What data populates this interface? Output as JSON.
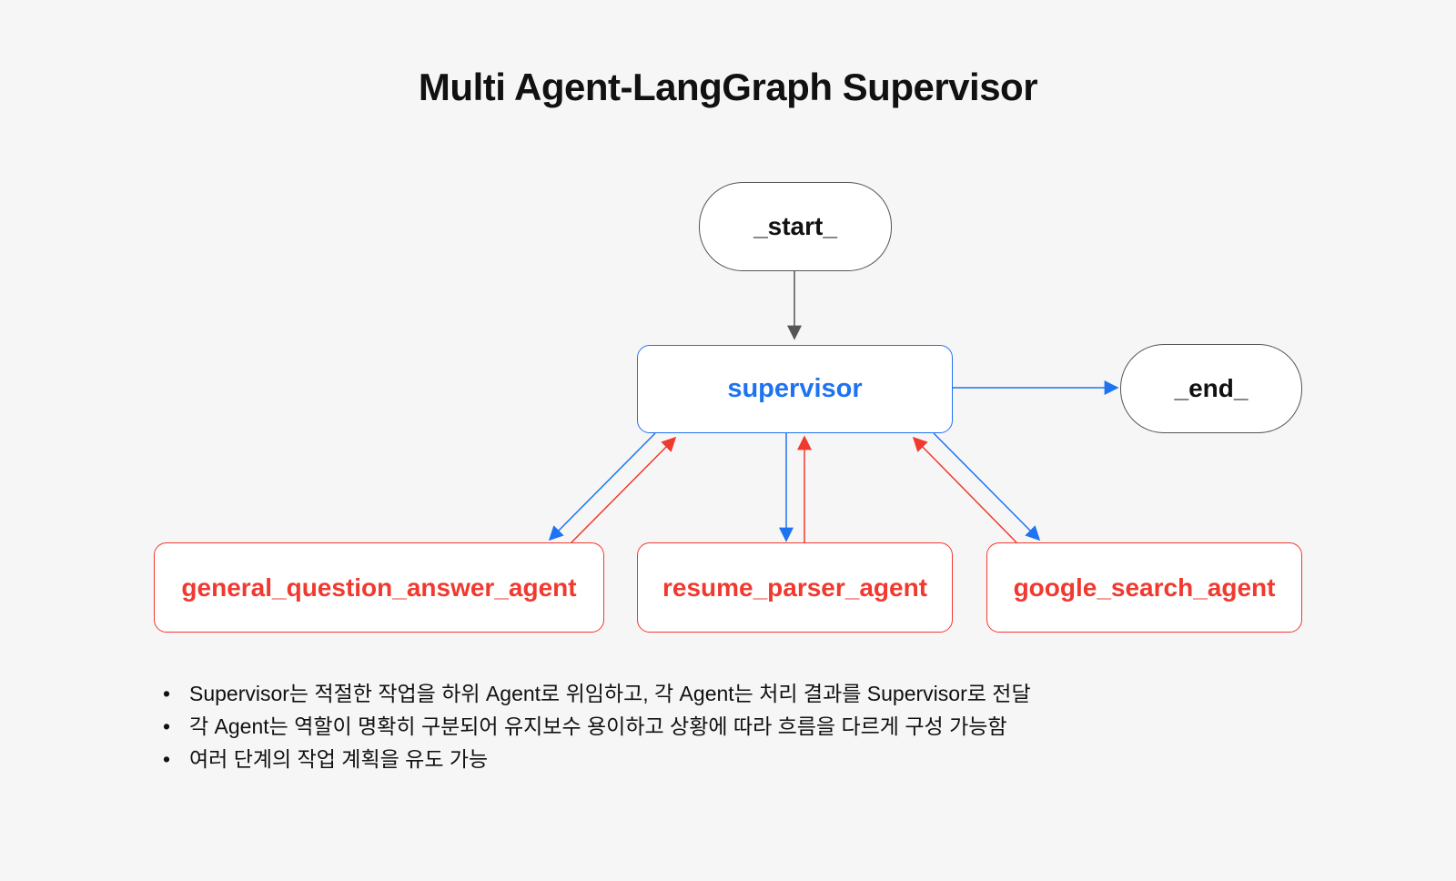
{
  "title": "Multi Agent-LangGraph Supervisor",
  "nodes": {
    "start": "_start_",
    "supervisor": "supervisor",
    "end": "_end_",
    "agent_general": "general_question_answer_agent",
    "agent_resume": "resume_parser_agent",
    "agent_google": "google_search_agent"
  },
  "notes": [
    "Supervisor는 적절한 작업을 하위 Agent로 위임하고, 각 Agent는 처리 결과를 Supervisor로 전달",
    "각 Agent는 역할이 명확히 구분되어 유지보수 용이하고 상황에 따라 흐름을 다르게 구성 가능함",
    "여러 단계의 작업 계획을 유도 가능"
  ],
  "bullet": "•",
  "colors": {
    "supervisor": "#1f73f0",
    "agent": "#f0392f",
    "terminal_border": "#555555",
    "background": "#f6f6f6"
  }
}
